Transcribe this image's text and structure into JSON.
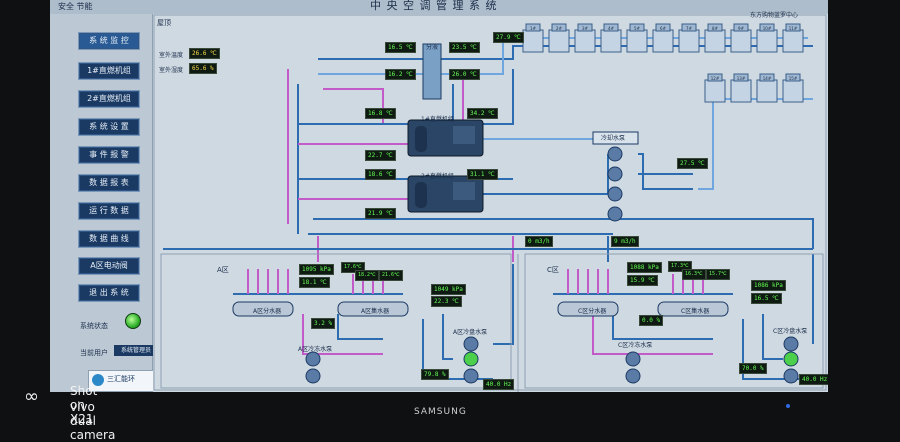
{
  "window": {
    "title": "中 央 空 调 管 理 系 统",
    "top_left": "安全  节能",
    "top_right": "东方购物蓝罗中心"
  },
  "sidebar": {
    "items": [
      {
        "label": "系 统 监 控"
      },
      {
        "label": "1#直燃机组"
      },
      {
        "label": "2#直燃机组"
      },
      {
        "label": "系 统 设 置"
      },
      {
        "label": "事 件 报 警"
      },
      {
        "label": "数 据 报 表"
      },
      {
        "label": "运 行 数 据"
      },
      {
        "label": "数 据 曲 线"
      },
      {
        "label": "A区电动阀"
      },
      {
        "label": "退 出 系 统"
      }
    ],
    "status_label": "系统状态",
    "user_label": "当前用户",
    "user_value": "系统管理员",
    "logo_text": "三汇能环"
  },
  "main": {
    "roof_label": "屋顶",
    "outdoor_temp_label": "室外温度",
    "outdoor_temp": "26.6 ℃",
    "outdoor_humidity_label": "室外湿度",
    "outdoor_humidity": "65.6 %",
    "manifold_label": "分液",
    "chiller1_label": "1#直燃机组",
    "chiller2_label": "2#直燃机组",
    "cooling_pump_label": "冷却水泵",
    "zone_a_label": "A区",
    "zone_c_label": "C区",
    "zone_a_supply_label": "A区分水器",
    "zone_a_return_label": "A区集水器",
    "zone_c_supply_label": "C区分水器",
    "zone_c_return_label": "C区集水器",
    "zone_a_pump_label": "A区冷冻水泵",
    "zone_c_pump_label": "C区冷冻水泵",
    "zone_a_secondary_label": "A区冷盘水泵",
    "zone_c_secondary_label": "C区冷盘水泵",
    "tower_labels": [
      "1#",
      "2#",
      "3#",
      "4#",
      "5#",
      "6#",
      "7#",
      "8#",
      "9#",
      "10#",
      "11#",
      "12#",
      "13#",
      "14#",
      "15#"
    ],
    "readings": {
      "r1": "16.5 ℃",
      "r2": "23.5 ℃",
      "r3": "27.9 ℃",
      "r4": "16.2 ℃",
      "r5": "26.0 ℃",
      "r6": "16.8 ℃",
      "r7": "34.2 ℃",
      "r8": "22.7 ℃",
      "r9": "18.6 ℃",
      "r10": "31.1 ℃",
      "r11": "21.9 ℃",
      "r12": "27.5 ℃",
      "r13": "0  m3/h",
      "r14": "9  m3/h",
      "r15": "1095 kPa",
      "r16": "18.1 ℃",
      "r17": "1049 kPa",
      "r18": "22.3 ℃",
      "r19": "3.2 %",
      "r20": "79.8 %",
      "r21": "40.0 Hz",
      "r22": "1088 kPa",
      "r23": "15.9 ℃",
      "r24": "1086 kPa",
      "r25": "16.5 ℃",
      "r26": "0.0 %",
      "r27": "70.0 %",
      "r28": "40.0 Hz"
    },
    "a_small": [
      "17.6℃",
      "18.2℃",
      "21.6℃"
    ],
    "c_small": [
      "17.3℃",
      "16.3℃",
      "15.7℃"
    ]
  },
  "watermark": {
    "line1": "Shot on X21",
    "line2": "vivo dual camera",
    "brand": "SAMSUNG"
  },
  "colors": {
    "pipe_blue": "#2d6cb0",
    "pipe_pink": "#c25ac8",
    "pipe_light": "#6fa6e0",
    "value_green": "#66ff55",
    "nav_bg": "#1b3a63"
  }
}
